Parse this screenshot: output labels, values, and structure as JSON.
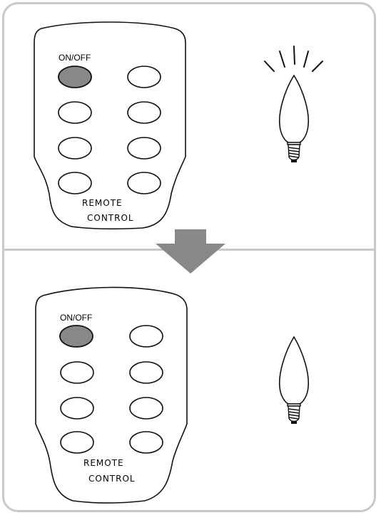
{
  "steps": [
    {
      "remote": {
        "power_label": "ON/OFF",
        "brand_line1": "REMOTE",
        "brand_line2": "CONTROL"
      },
      "bulb_state": "on"
    },
    {
      "remote": {
        "power_label": "ON/OFF",
        "brand_line1": "REMOTE",
        "brand_line2": "CONTROL"
      },
      "bulb_state": "off"
    }
  ],
  "colors": {
    "frame": "#c9c9c9",
    "power_button": "#888888",
    "arrow": "#888888",
    "line": "#111111"
  },
  "icons": [
    "remote-control-icon",
    "light-bulb-icon",
    "down-arrow-icon"
  ]
}
